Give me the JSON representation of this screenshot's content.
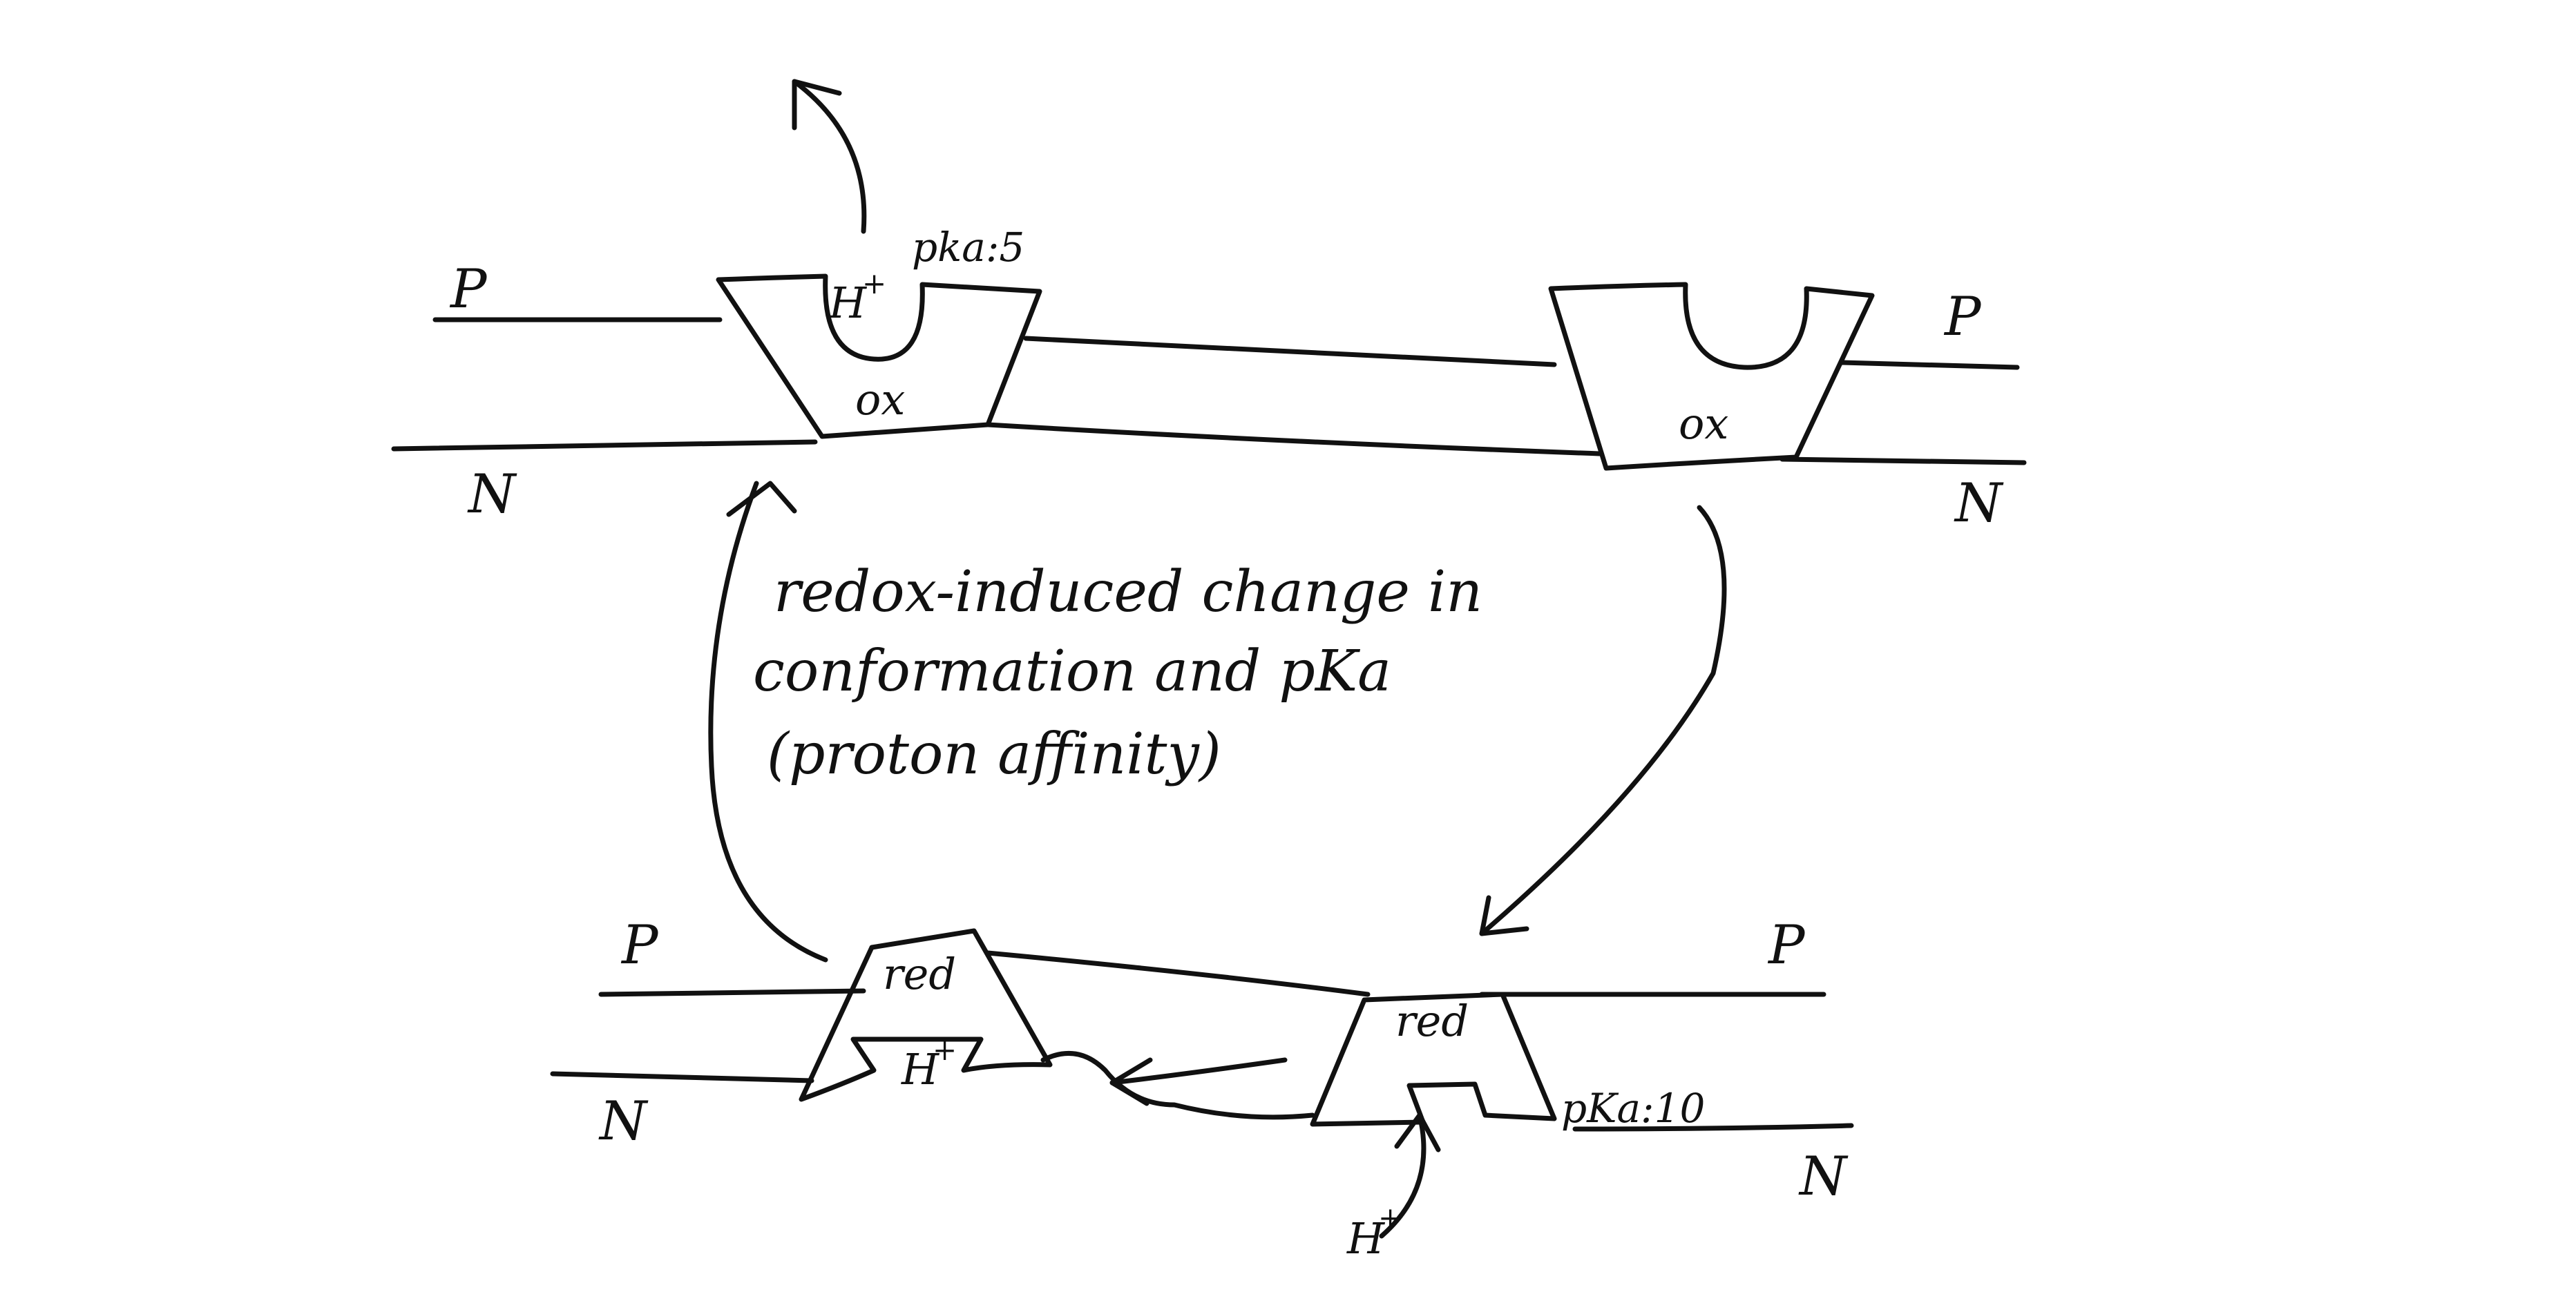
{
  "diagram": {
    "top_left": {
      "p_label": "P",
      "n_label": "N",
      "pocket_label": "H",
      "pocket_sup": "+",
      "pka_label": "pka:5",
      "state_label": "ox"
    },
    "top_right": {
      "p_label": "P",
      "n_label": "N",
      "state_label": "ox"
    },
    "bottom_left": {
      "p_label": "P",
      "n_label": "N",
      "state_label": "red",
      "pocket_label": "H",
      "pocket_sup": "+"
    },
    "bottom_right": {
      "p_label": "P",
      "n_label": "N",
      "state_label": "red",
      "pka_label": "pKa:10",
      "proton_label": "H",
      "proton_sup": "+"
    },
    "caption": {
      "line1": "redox-induced change in",
      "line2": "conformation and pKa",
      "line3": "(proton affinity)"
    }
  }
}
